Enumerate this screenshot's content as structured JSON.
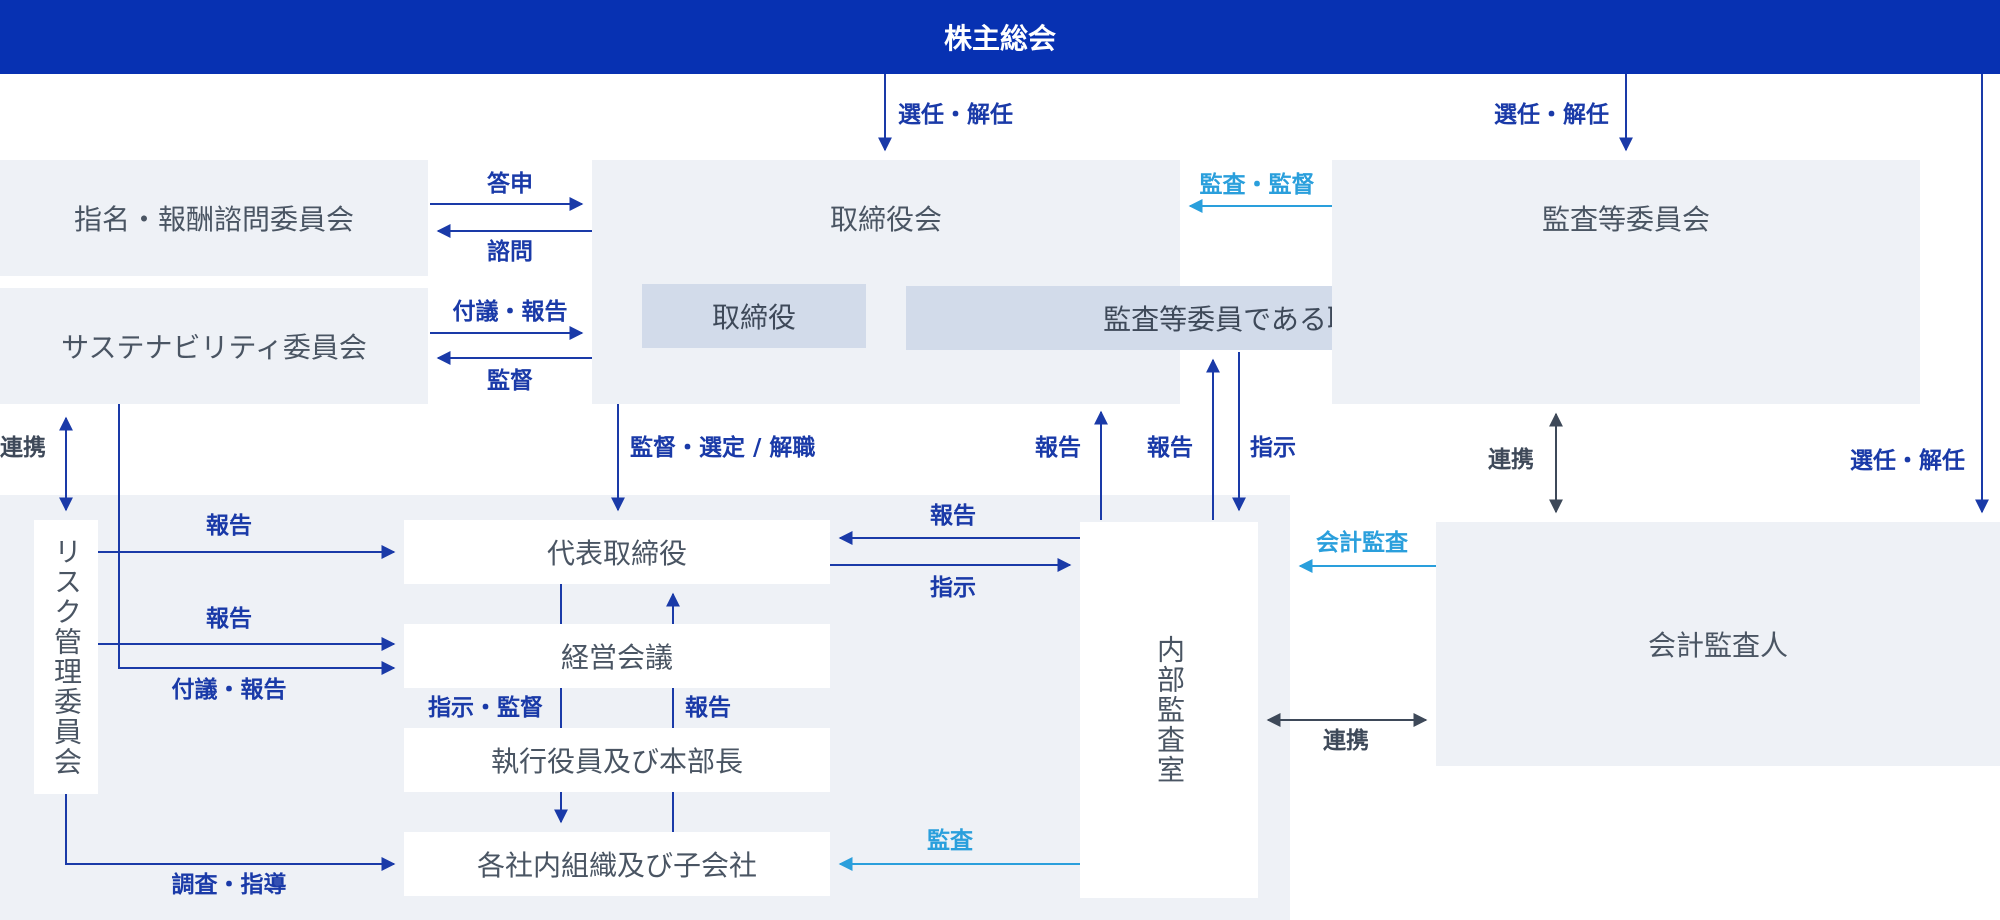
{
  "boxes": {
    "shareholders_meeting": "株主総会",
    "nomination_committee": "指名・報酬諮問委員会",
    "sustainability_committee": "サステナビリティ委員会",
    "board": "取締役会",
    "director": "取締役",
    "audit_director": "監査等委員である取締役",
    "audit_committee": "監査等委員会",
    "risk_committee": "リスク管理委員会",
    "representative_director": "代表取締役",
    "management_meeting": "経営会議",
    "executive_officers": "執行役員及び本部長",
    "subsidiaries": "各社内組織及び子会社",
    "internal_audit": "内部監査室",
    "accounting_auditor": "会計監査人"
  },
  "labels": {
    "elect_dismiss_1": "選任・解任",
    "elect_dismiss_2": "選任・解任",
    "elect_dismiss_3": "選任・解任",
    "report_answer": "答申",
    "consult": "諮問",
    "propose_report": "付議・報告",
    "supervise": "監督",
    "audit_supervise": "監査・監督",
    "supervise_appoint_dismiss": "監督・選定 / 解職",
    "report_board_1": "報告",
    "report_board_2": "報告",
    "instruct_audit_director": "指示",
    "liaison_1": "連携",
    "liaison_2": "連携",
    "liaison_3": "連携",
    "risk_report_1": "報告",
    "risk_report_2": "報告",
    "risk_propose_report": "付議・報告",
    "investigate_guide": "調査・指導",
    "instruct_supervise": "指示・監督",
    "mgmt_report": "報告",
    "ia_report_rep": "報告",
    "rep_instruct_ia": "指示",
    "accounting_audit": "会計監査",
    "ia_audit": "監査"
  },
  "colors": {
    "banner": "#0731b2",
    "dark_arrow": "#1a3aa8",
    "light_arrow": "#2a9fdc",
    "slate_arrow": "#3e4959",
    "panel_gray": "#eef1f6",
    "inner_box": "#d2dbea"
  }
}
